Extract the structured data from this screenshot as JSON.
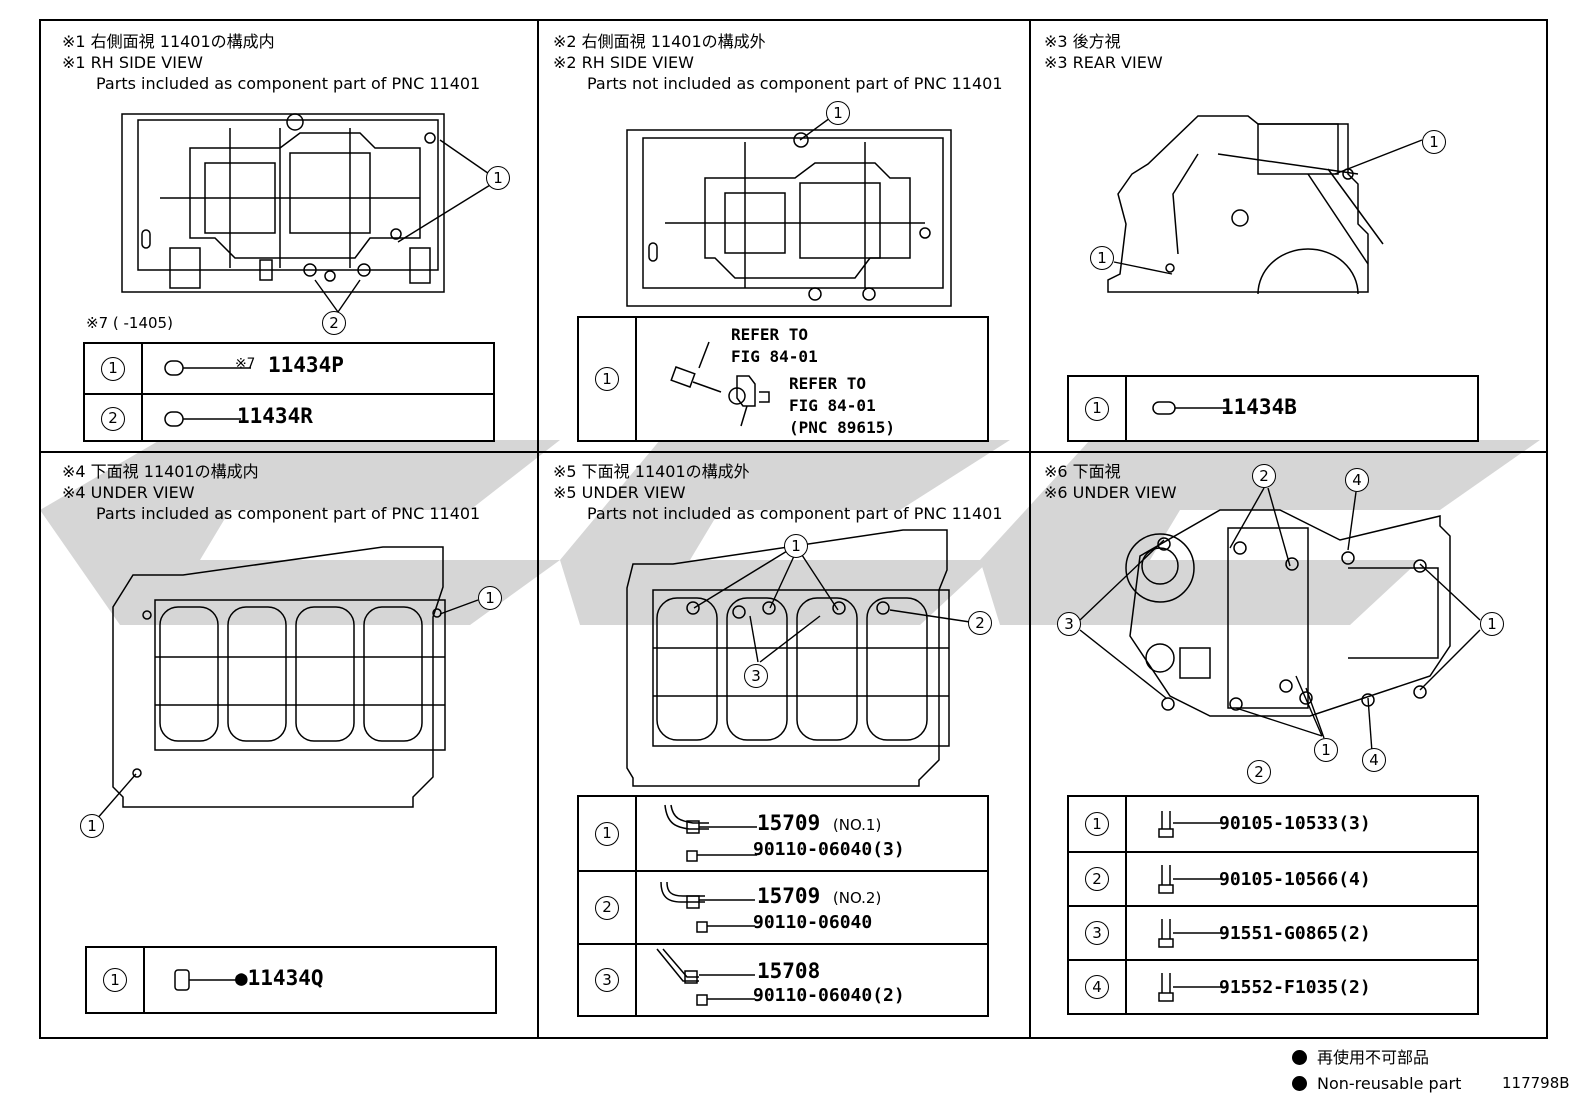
{
  "panels": [
    {
      "id": "p1",
      "title_jp": "※1 右側面視 11401の構成内",
      "title_en": "※1 RH SIDE VIEW",
      "note": "Parts included as component part of PNC 11401",
      "footnote": "※7 (      -1405)",
      "rows": [
        {
          "num": "1",
          "marker": "※7",
          "part": "11434P"
        },
        {
          "num": "2",
          "part": "11434R"
        }
      ]
    },
    {
      "id": "p2",
      "title_jp": "※2 右側面視 11401の構成外",
      "title_en": "※2 RH SIDE VIEW",
      "note": "Parts not included as component part of PNC 11401",
      "rows": [
        {
          "num": "1",
          "refer1": [
            "REFER TO",
            "FIG 84-01"
          ],
          "refer2": [
            "REFER TO",
            "FIG 84-01",
            "(PNC 89615)"
          ]
        }
      ]
    },
    {
      "id": "p3",
      "title_jp": "※3 後方視",
      "title_en": "※3 REAR VIEW",
      "rows": [
        {
          "num": "1",
          "part": "11434B"
        }
      ]
    },
    {
      "id": "p4",
      "title_jp": "※4 下面視 11401の構成内",
      "title_en": "※4 UNDER VIEW",
      "note": "Parts included as component part of PNC 11401",
      "rows": [
        {
          "num": "1",
          "part": "●11434Q"
        }
      ]
    },
    {
      "id": "p5",
      "title_jp": "※5 下面視 11401の構成外",
      "title_en": "※5 UNDER VIEW",
      "note": "Parts not included as component part of PNC 11401",
      "rows": [
        {
          "num": "1",
          "part": "15709",
          "sub": "(NO.1)",
          "part2": "90110-06040(3)"
        },
        {
          "num": "2",
          "part": "15709",
          "sub": "(NO.2)",
          "part2": "90110-06040"
        },
        {
          "num": "3",
          "part": "15708",
          "part2": "90110-06040(2)"
        }
      ]
    },
    {
      "id": "p6",
      "title_jp": "※6 下面視",
      "title_en": "※6 UNDER VIEW",
      "rows": [
        {
          "num": "1",
          "part": "90105-10533(3)"
        },
        {
          "num": "2",
          "part": "90105-10566(4)"
        },
        {
          "num": "3",
          "part": "91551-G0865(2)"
        },
        {
          "num": "4",
          "part": "91552-F1035(2)"
        }
      ]
    }
  ],
  "callouts": {
    "c1": "1",
    "c2": "2",
    "c3": "3",
    "c4": "4"
  },
  "legend": {
    "jp": "再使用不可部品",
    "en": "Non-reusable part"
  },
  "image_id": "117798B",
  "colors": {
    "line": "#000000",
    "watermark": "#c8c8c8"
  }
}
